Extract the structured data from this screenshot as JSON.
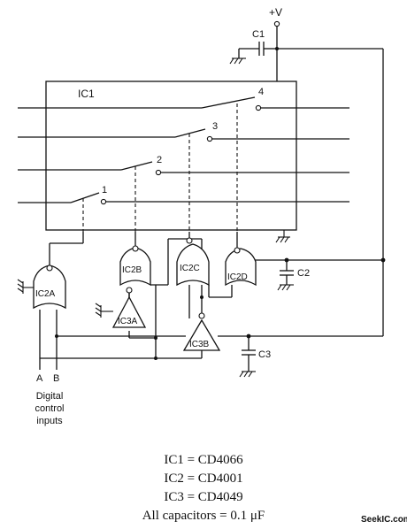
{
  "supply_label": "+V",
  "ic1_label": "IC1",
  "switch_labels": [
    "1",
    "2",
    "3",
    "4"
  ],
  "gate_labels": {
    "ic2a": "IC2A",
    "ic2b": "IC2B",
    "ic2c": "IC2C",
    "ic2d": "IC2D",
    "ic3a": "IC3A",
    "ic3b": "IC3B"
  },
  "capacitor_labels": {
    "c1": "C1",
    "c2": "C2",
    "c3": "C3"
  },
  "input_labels": {
    "a": "A",
    "b": "B",
    "caption": [
      "Digital",
      "control",
      "inputs"
    ]
  },
  "parts_list": [
    "IC1 = CD4066",
    "IC2 = CD4001",
    "IC3 = CD4049",
    "All capacitors = 0.1 μF"
  ],
  "watermark": "SeekIC.com"
}
